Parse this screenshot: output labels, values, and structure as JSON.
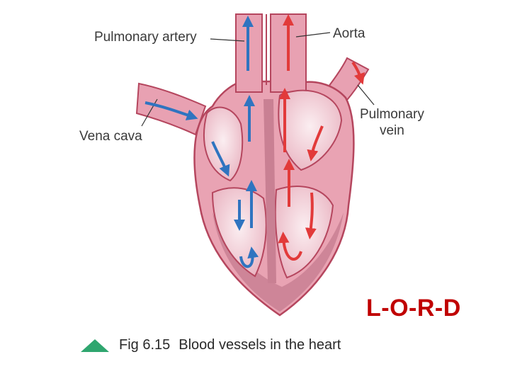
{
  "labels": {
    "pulmonary_artery": "Pulmonary artery",
    "aorta": "Aorta",
    "vena_cava": "Vena cava",
    "pulmonary_vein_line1": "Pulmonary",
    "pulmonary_vein_line2": "vein"
  },
  "mnemonic": "L-O-R-D",
  "caption": {
    "figure_number": "Fig 6.15",
    "text": "Blood vessels in the heart"
  },
  "colors": {
    "heart_fill": "#e9a3b3",
    "chamber_fill": "#f6dbe2",
    "outline": "#b5465e",
    "muscle": "#c98093",
    "deoxygenated_arrow": "#2f74c0",
    "oxygenated_arrow": "#e23a3a",
    "mnemonic_text": "#c00000",
    "caption_marker": "#2fa66f"
  }
}
